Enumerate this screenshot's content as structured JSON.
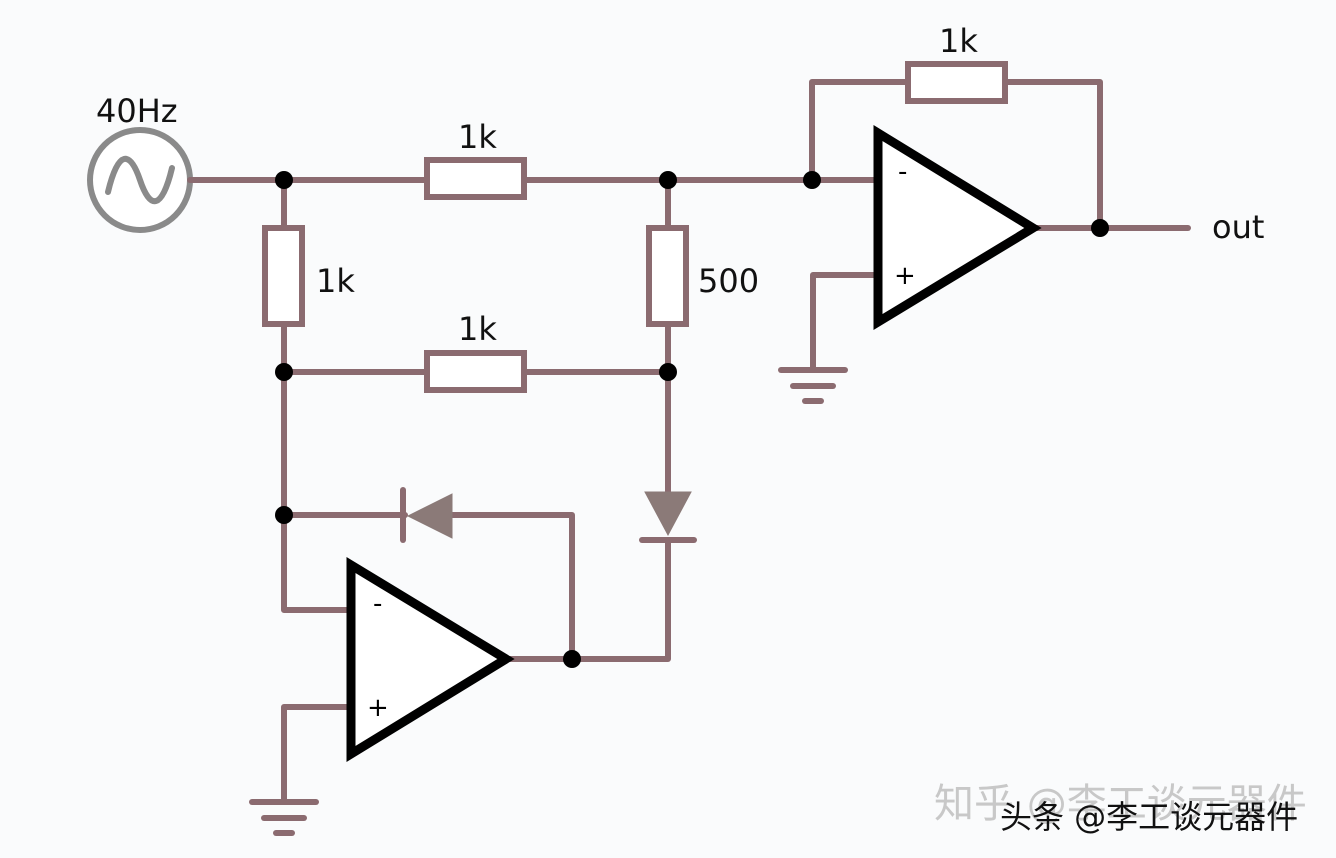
{
  "diagram": {
    "title": "Precision full-wave rectifier circuit",
    "colors": {
      "wire": "#8b6b70",
      "node": "#000000",
      "opamp": "#000000",
      "source": "#8a8a8a",
      "background": "#fafbfc"
    },
    "source": {
      "label": "40Hz",
      "icon": "ac-sine-source-icon"
    },
    "resistors": {
      "r_top": "1k",
      "r_left": "1k",
      "r_mid": "1k",
      "r_right": "500",
      "r_feedback": "1k"
    },
    "opamps": {
      "top": {
        "minus": "-",
        "plus": "+"
      },
      "bottom": {
        "minus": "-",
        "plus": "+"
      }
    },
    "output_label": "out",
    "watermarks": {
      "zhihu": "知乎 @李工谈元器件",
      "toutiao": "头条 @李工谈元器件"
    }
  }
}
